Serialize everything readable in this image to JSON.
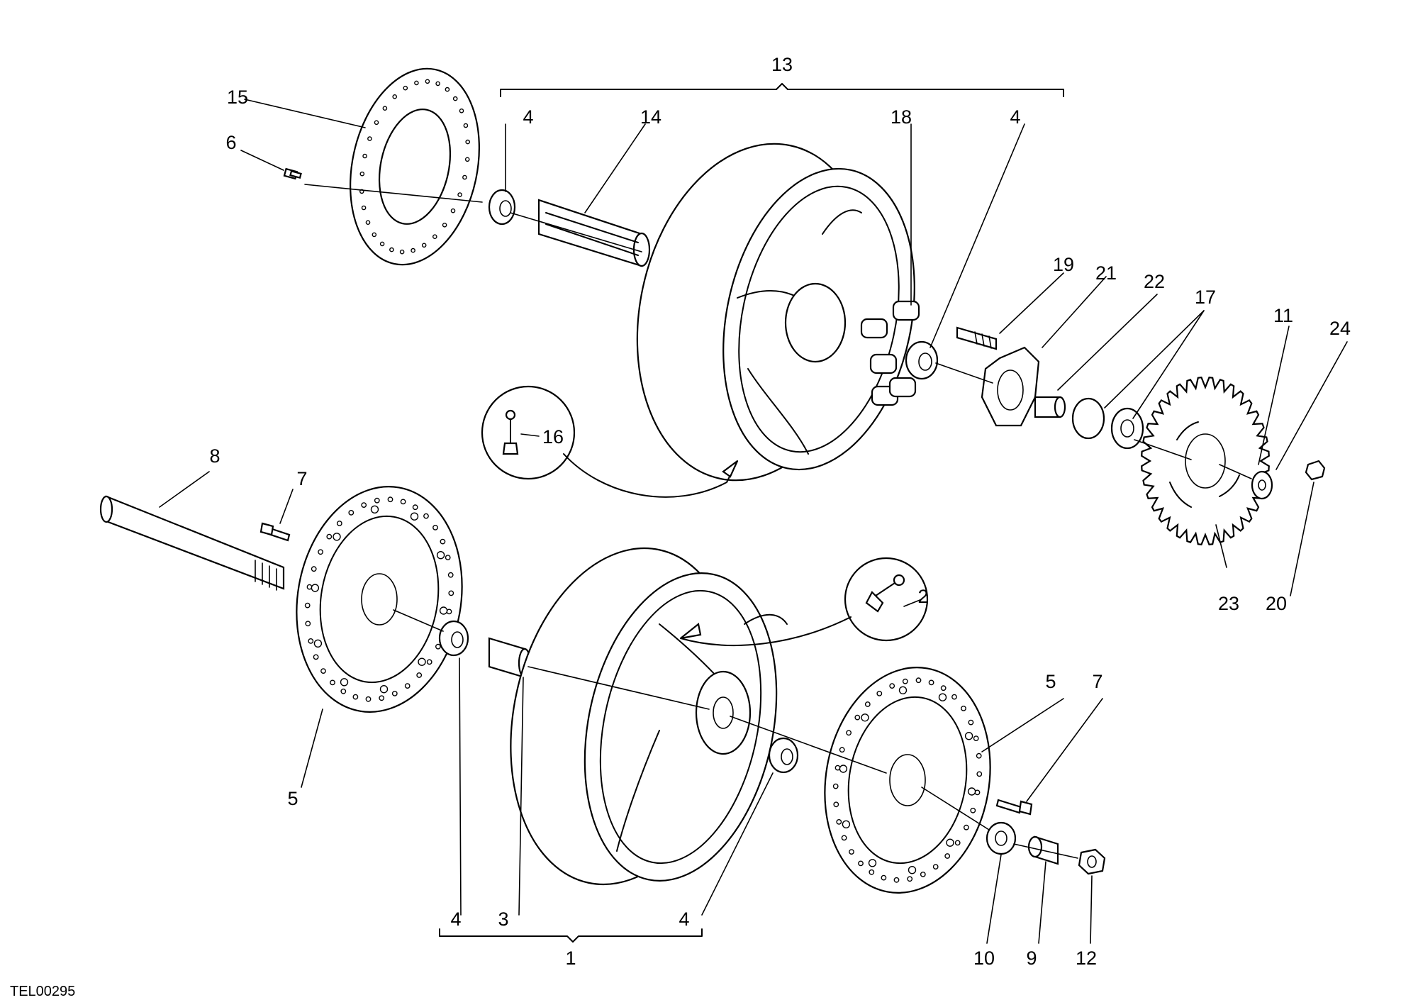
{
  "drawing_code": "TEL00295",
  "labels": {
    "l1": "1",
    "l2": "2",
    "l3": "3",
    "l4a": "4",
    "l4b": "4",
    "l4c": "4",
    "l4d": "4",
    "l5a": "5",
    "l5b": "5",
    "l6": "6",
    "l7a": "7",
    "l7b": "7",
    "l8": "8",
    "l9": "9",
    "l10": "10",
    "l11": "11",
    "l12": "12",
    "l13": "13",
    "l14": "14",
    "l15": "15",
    "l16": "16",
    "l17": "17",
    "l18": "18",
    "l19": "19",
    "l20": "20",
    "l21": "21",
    "l22": "22",
    "l23": "23",
    "l24": "24"
  }
}
